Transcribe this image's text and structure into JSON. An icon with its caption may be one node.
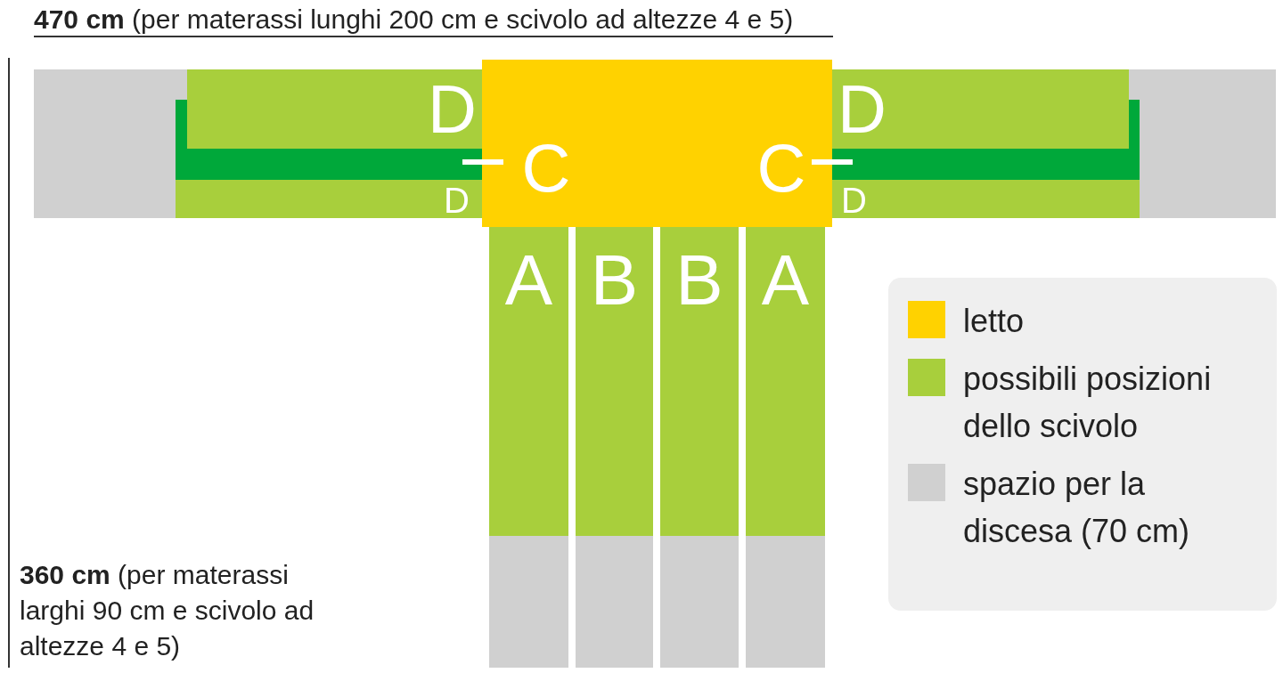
{
  "diagram": {
    "nodes": [
      {
        "text": [],
        "shape": "box"
      },
      {
        "text": [
          "C"
        ],
        "in": 0
      },
      {
        "text": [
          "C"
        ],
        "in": 0
      },
      {
        "text": [
          "D"
        ]
      },
      {
        "text": [
          "D"
        ]
      },
      {
        "text": [
          "D"
        ]
      },
      {
        "text": [
          "D"
        ]
      },
      {
        "text": [
          "A"
        ]
      },
      {
        "text": [
          "B"
        ]
      },
      {
        "text": [
          "B"
        ]
      },
      {
        "text": [
          "A"
        ]
      },
      {
        "text": [],
        "shape": "box"
      },
      {
        "text": [],
        "shape": "box"
      },
      {
        "text": [],
        "shape": "box"
      },
      {
        "text": [],
        "shape": "box"
      },
      {
        "text": [],
        "shape": "box"
      },
      {
        "text": [],
        "shape": "box"
      }
    ],
    "labels": [
      "**470 cm** (per materassi lunghi 200 cm e scivolo ad altezze 4 e 5)",
      "**360 cm** (per materassi larghi 90 cm e scivolo ad altezze 4 e 5)"
    ],
    "legend": [
      {
        "text": "letto",
        "color": "#ffd200"
      },
      {
        "text": "possibili posizioni dello scivolo",
        "color": "#a8cf3c"
      },
      {
        "text": "spazio per la discesa (70 cm)",
        "color": "#d0d0d0"
      }
    ]
  }
}
